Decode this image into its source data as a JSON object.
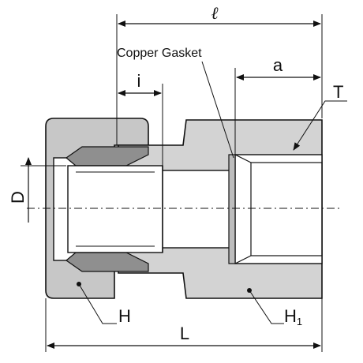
{
  "labels": {
    "overall_length": "ℓ",
    "gasket": "Copper Gasket",
    "insertion": "i",
    "thread_depth": "a",
    "thread": "T",
    "tube_od": "D",
    "nut_hex": "H",
    "body_hex": "H",
    "body_hex_sub": "1",
    "total_length": "L"
  },
  "colors": {
    "nut_fill": "#c7c7c7",
    "body_fill": "#d3d3d3",
    "ferrule_fill": "#8f8f8f",
    "bore_fill": "#ffffff",
    "line": "#111111"
  }
}
